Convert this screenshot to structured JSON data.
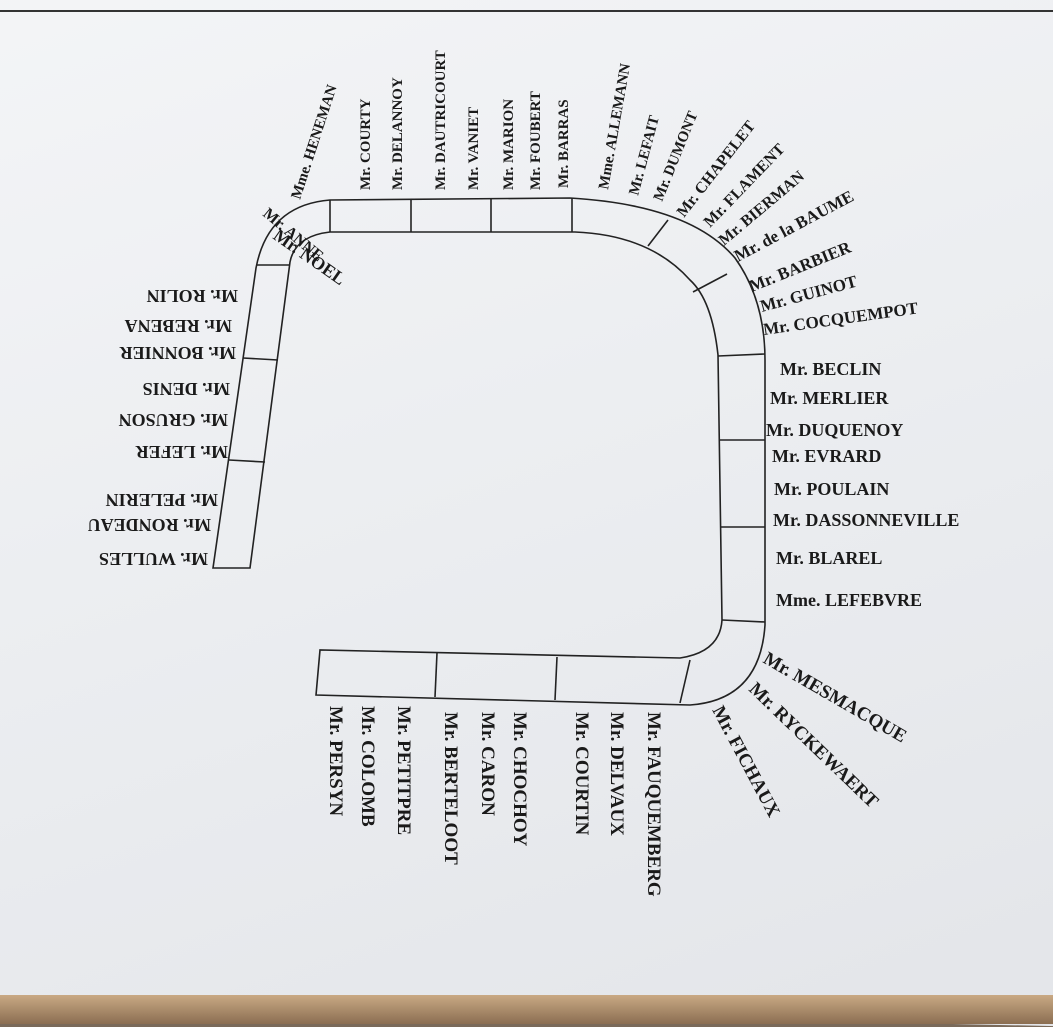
{
  "names": {
    "top_left_corner": [
      "Mr. NOEL",
      "Mr. ANNE",
      "Mme. HENEMAN"
    ],
    "top": [
      "Mr. COURTY",
      "Mr. DELANNOY",
      "Mr. DAUTRICOURT",
      "Mr. VANIET",
      "Mr. MARION",
      "Mr. FOUBERT",
      "Mr. BARRAS",
      "Mme. ALLEMANN",
      "Mr. LEFAIT",
      "Mr. DUMONT"
    ],
    "top_right_corner": [
      "Mr. CHAPELET",
      "Mr. FLAMENT",
      "Mr. BIERMAN",
      "Mr. de la BAUME",
      "Mr. BARBIER",
      "Mr. GUINOT",
      "Mr. COCQUEMPOT"
    ],
    "right": [
      "Mr. BECLIN",
      "Mr. MERLIER",
      "Mr. DUQUENOY",
      "Mr. EVRARD",
      "Mr. POULAIN",
      "Mr. DASSONNEVILLE",
      "Mr. BLAREL",
      "Mme. LEFEBVRE"
    ],
    "bottom_right_corner": [
      "Mr. MESMACQUE",
      "Mr. RYCKEWAERT",
      "Mr. FICHAUX"
    ],
    "bottom": [
      "Mr. FAUQUEMBERG",
      "Mr. DELVAUX",
      "Mr. COURTIN",
      "Mr. CHOCHOY",
      "Mr. CARON",
      "Mr. BERTELOOT",
      "Mr. PETITPRE",
      "Mr. COLOMB",
      "Mr. PERSYN"
    ],
    "left": [
      "Mr. ROLIN",
      "Mr. REBENA",
      "Mr. BONNIER",
      "Mr. DENIS",
      "Mr. GRUSON",
      "Mr. LEFER",
      "Mr. PELERIN",
      "Mr. RONDEAU",
      "Mr. WULLES"
    ]
  }
}
